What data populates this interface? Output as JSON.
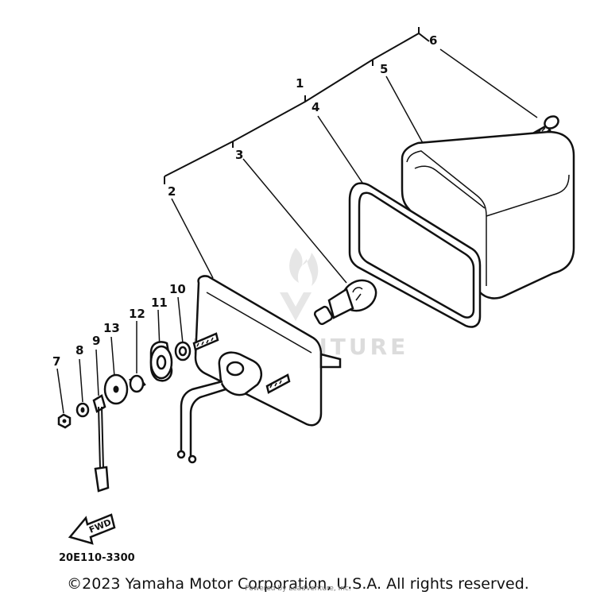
{
  "diagram": {
    "callouts": {
      "c1": "1",
      "c2": "2",
      "c3": "3",
      "c4": "4",
      "c5": "5",
      "c6": "6",
      "c7": "7",
      "c8": "8",
      "c9": "9",
      "c10": "10",
      "c11": "11",
      "c12": "12",
      "c13": "13"
    },
    "direction_label": "FWD",
    "part_code": "20E110-3300",
    "watermark": "LEADVENTURE"
  },
  "footer": {
    "copyright": "©2023 Yamaha Motor Corporation, U.S.A. All rights reserved.",
    "subtext": "Powered by LeadVenture, Inc."
  }
}
